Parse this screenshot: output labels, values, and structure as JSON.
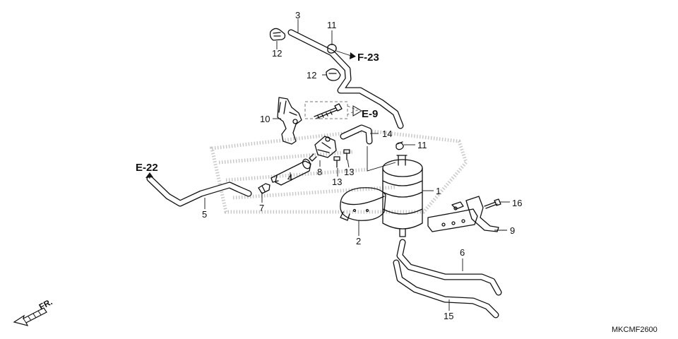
{
  "diagram": {
    "code": "MKCMF2600",
    "front_label": "FR.",
    "references": {
      "e22": "E-22",
      "e9": "E-9",
      "f23": "F-23"
    },
    "callouts": {
      "p1": "1",
      "p2": "2",
      "p3": "3",
      "p4": "4",
      "p5": "5",
      "p6": "6",
      "p7": "7",
      "p8": "8",
      "p9": "9",
      "p10": "10",
      "p11a": "11",
      "p11b": "11",
      "p12a": "12",
      "p12b": "12",
      "p13a": "13",
      "p13b": "13",
      "p14": "14",
      "p15": "15",
      "p16": "16"
    }
  }
}
